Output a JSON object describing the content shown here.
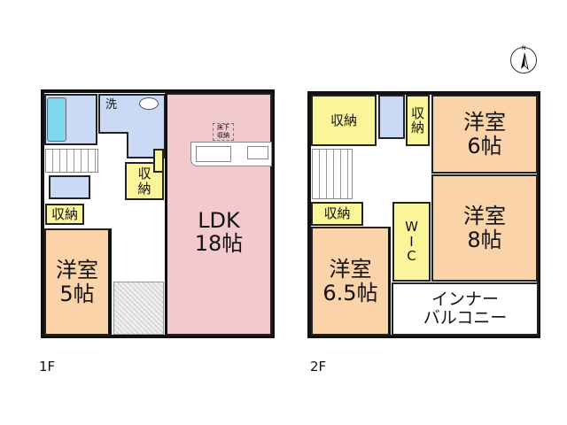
{
  "floor1": {
    "label": "1F",
    "rooms": {
      "wash": "洗",
      "storage_hall": "収\n納",
      "storage_left": "収納",
      "western": "洋室\n5帖",
      "ldk": "LDK\n18帖",
      "underfloor": "床下\n収納"
    }
  },
  "floor2": {
    "label": "2F",
    "rooms": {
      "storage_tl": "収納",
      "storage_small": "収\n納",
      "western6": "洋室\n6帖",
      "western8": "洋室\n8帖",
      "wic": "W\nI\nC",
      "storage2": "収納",
      "western65": "洋室\n6.5帖",
      "balcony": "インナー\nバルコニー"
    }
  },
  "compass": {
    "north": "N"
  },
  "colors": {
    "storage": "#fbf59a",
    "bedroom": "#fbd3a8",
    "ldk": "#f2c9cc",
    "water": "#cad9f4"
  }
}
